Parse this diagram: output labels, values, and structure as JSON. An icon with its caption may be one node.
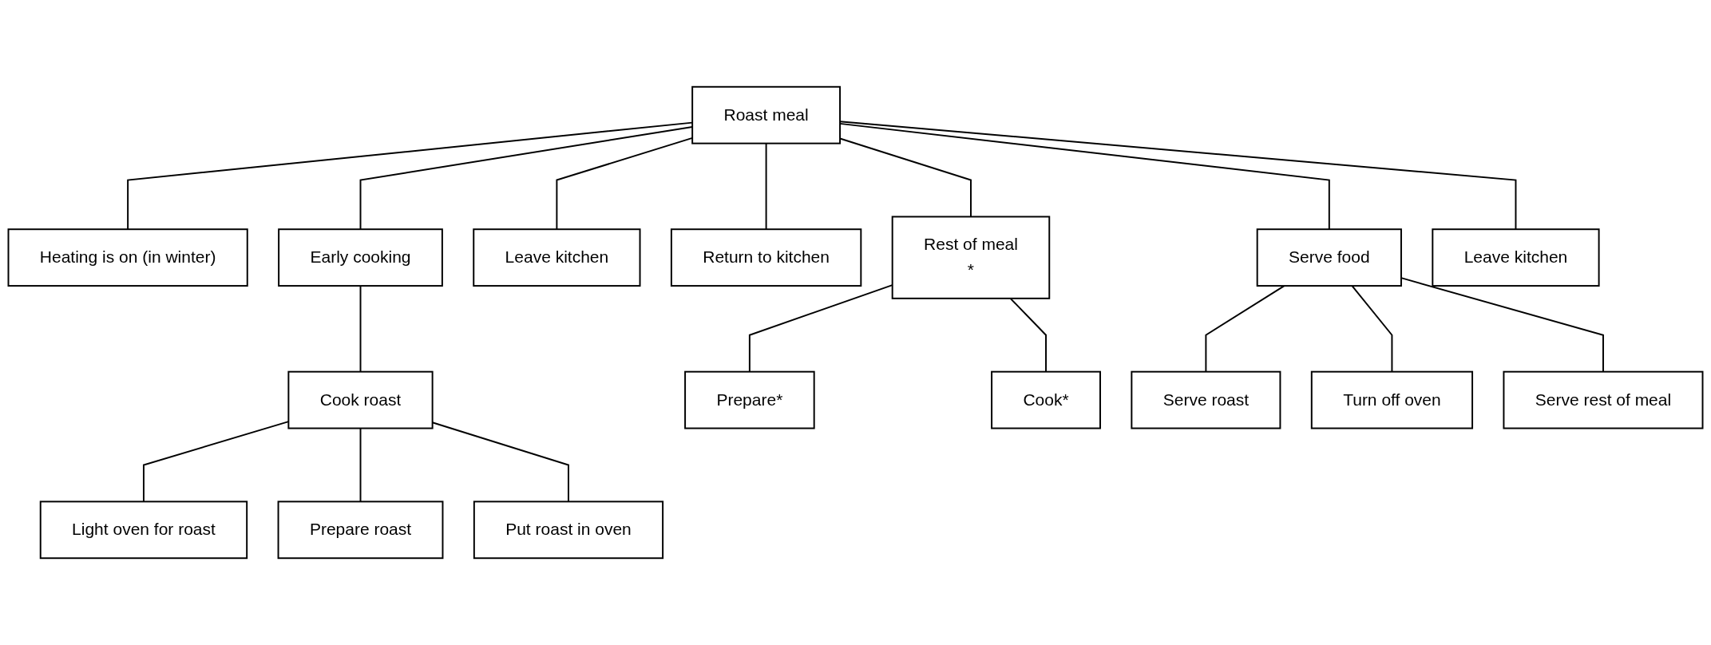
{
  "diagram": {
    "nodes": [
      {
        "text": [
          "Roast meal"
        ]
      },
      {
        "text": [
          "Heating is on (in winter)"
        ]
      },
      {
        "text": [
          "Early cooking"
        ]
      },
      {
        "text": [
          "Leave kitchen"
        ]
      },
      {
        "text": [
          "Return to kitchen"
        ]
      },
      {
        "text": [
          "Rest of meal",
          "*"
        ]
      },
      {
        "text": [
          "Serve food"
        ]
      },
      {
        "text": [
          "Leave kitchen"
        ]
      },
      {
        "text": [
          "Cook roast"
        ]
      },
      {
        "text": [
          "Prepare*"
        ]
      },
      {
        "text": [
          "Cook*"
        ]
      },
      {
        "text": [
          "Serve roast"
        ]
      },
      {
        "text": [
          "Turn off oven"
        ]
      },
      {
        "text": [
          "Serve rest of meal"
        ]
      },
      {
        "text": [
          "Light oven for roast"
        ]
      },
      {
        "text": [
          "Prepare roast"
        ]
      },
      {
        "text": [
          "Put roast in oven"
        ]
      }
    ],
    "edges": [
      {
        "from": 0,
        "to": 1,
        "arrow": "none"
      },
      {
        "from": 0,
        "to": 2,
        "arrow": "none"
      },
      {
        "from": 0,
        "to": 3,
        "arrow": "none"
      },
      {
        "from": 0,
        "to": 4,
        "arrow": "none"
      },
      {
        "from": 0,
        "to": 5,
        "arrow": "none"
      },
      {
        "from": 0,
        "to": 6,
        "arrow": "none"
      },
      {
        "from": 0,
        "to": 7,
        "arrow": "none"
      },
      {
        "from": 2,
        "to": 8,
        "arrow": "none"
      },
      {
        "from": 5,
        "to": 9,
        "arrow": "none"
      },
      {
        "from": 5,
        "to": 10,
        "arrow": "none"
      },
      {
        "from": 6,
        "to": 11,
        "arrow": "none"
      },
      {
        "from": 6,
        "to": 12,
        "arrow": "none"
      },
      {
        "from": 6,
        "to": 13,
        "arrow": "none"
      },
      {
        "from": 8,
        "to": 14,
        "arrow": "none"
      },
      {
        "from": 8,
        "to": 15,
        "arrow": "none"
      },
      {
        "from": 8,
        "to": 16,
        "arrow": "none"
      }
    ]
  }
}
